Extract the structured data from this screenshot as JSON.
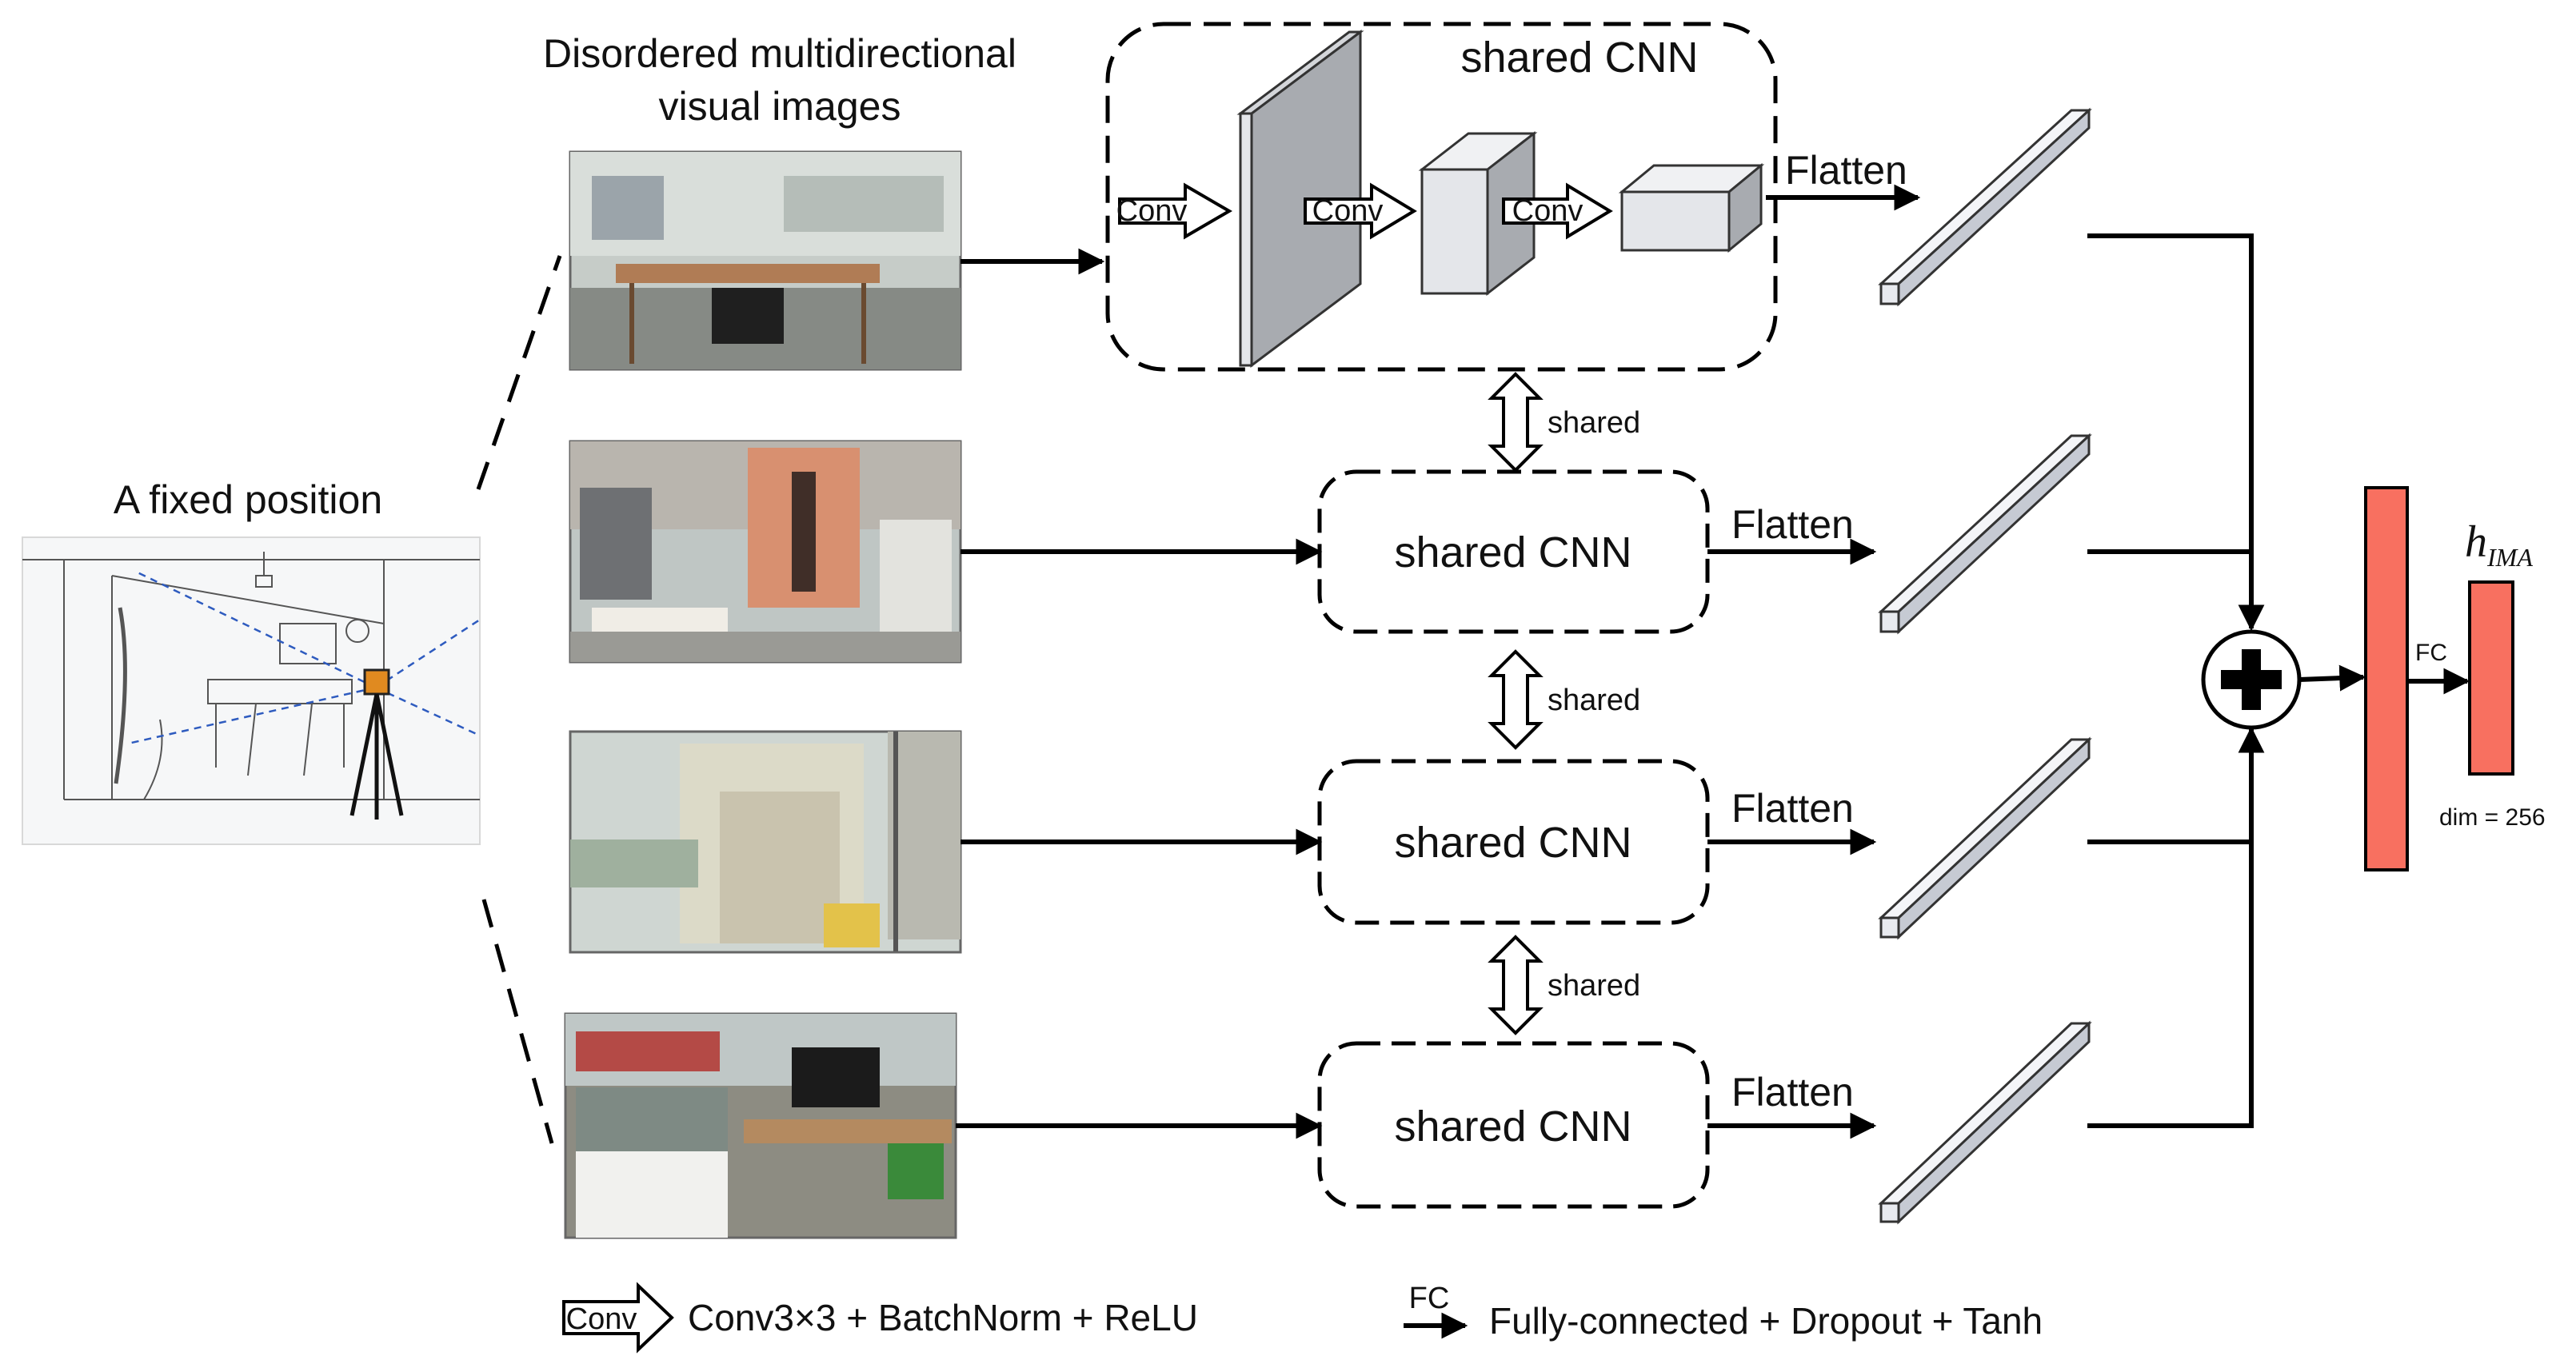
{
  "title": {
    "line1": "Disordered multidirectional",
    "line2": "visual images"
  },
  "scene_label": "A fixed position",
  "top_cnn": {
    "title": "shared CNN",
    "conv_labels": [
      "Conv",
      "Conv",
      "Conv"
    ],
    "flatten": "Flatten"
  },
  "rows": [
    {
      "cnn_label": "shared CNN",
      "flatten": "Flatten"
    },
    {
      "cnn_label": "shared CNN",
      "flatten": "Flatten"
    },
    {
      "cnn_label": "shared CNN",
      "flatten": "Flatten"
    }
  ],
  "shared_labels": [
    "shared",
    "shared",
    "shared"
  ],
  "output": {
    "fc_label": "FC",
    "h_main": "h",
    "h_sub": "IMA",
    "dim": "dim = 256"
  },
  "legend": {
    "conv_box": "Conv",
    "conv_text": "Conv3×3 + BatchNorm + ReLU",
    "fc_box": "FC",
    "fc_text": "Fully-connected + Dropout + Tanh"
  },
  "colors": {
    "fc_block": "#F87060",
    "feature_map": "#A8ABB0",
    "feature_light": "#E4E6EA",
    "flatten_bar": "#E8EAEF",
    "photo_wall": "#CFD6D2",
    "photo_floor": "#8E8F88",
    "door_orange": "#D89070"
  },
  "icons": [
    "plus-circle-icon",
    "arrow-icon",
    "bidirectional-arrow-icon"
  ]
}
